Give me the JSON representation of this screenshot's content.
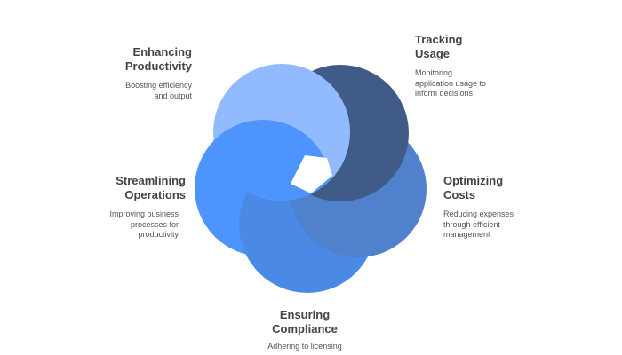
{
  "colors": {
    "enhancing": "#92bbff",
    "tracking": "#405b87",
    "optimizing": "#4f81cc",
    "ensuring": "#4a89e6",
    "streamlining": "#4d94ff"
  },
  "items": [
    {
      "title_1": "Enhancing",
      "title_2": "Productivity",
      "desc_1": "Boosting efficiency",
      "desc_2": "and output"
    },
    {
      "title_1": "Tracking",
      "title_2": "Usage",
      "desc_1": "Monitoring",
      "desc_2": "application usage to",
      "desc_3": "inform decisions"
    },
    {
      "title_1": "Optimizing",
      "title_2": "Costs",
      "desc_1": "Reducing expenses",
      "desc_2": "through efficient",
      "desc_3": "management"
    },
    {
      "title_1": "Ensuring",
      "title_2": "Compliance",
      "desc_1": "Adhering to licensing"
    },
    {
      "title_1": "Streamlining",
      "title_2": "Operations",
      "desc_1": "Improving business",
      "desc_2": "processes for",
      "desc_3": "productivity"
    }
  ]
}
